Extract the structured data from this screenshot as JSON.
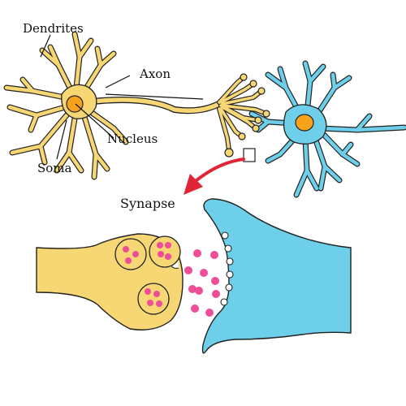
{
  "labels": {
    "dendrites": "Dendrites",
    "axon": "Axon",
    "nucleus": "Nucleus",
    "soma": "Soma",
    "synapse": "Synapse"
  },
  "colors": {
    "presynaptic_fill": "#f7d774",
    "postsynaptic_fill": "#6ecfea",
    "nucleus_fill": "#f7a21b",
    "neurotransmitter": "#ee4d97",
    "outline": "#222222",
    "arrow": "#e02636"
  },
  "synapse": {
    "vesicle_count": 3,
    "free_neurotransmitter_count": 10
  }
}
